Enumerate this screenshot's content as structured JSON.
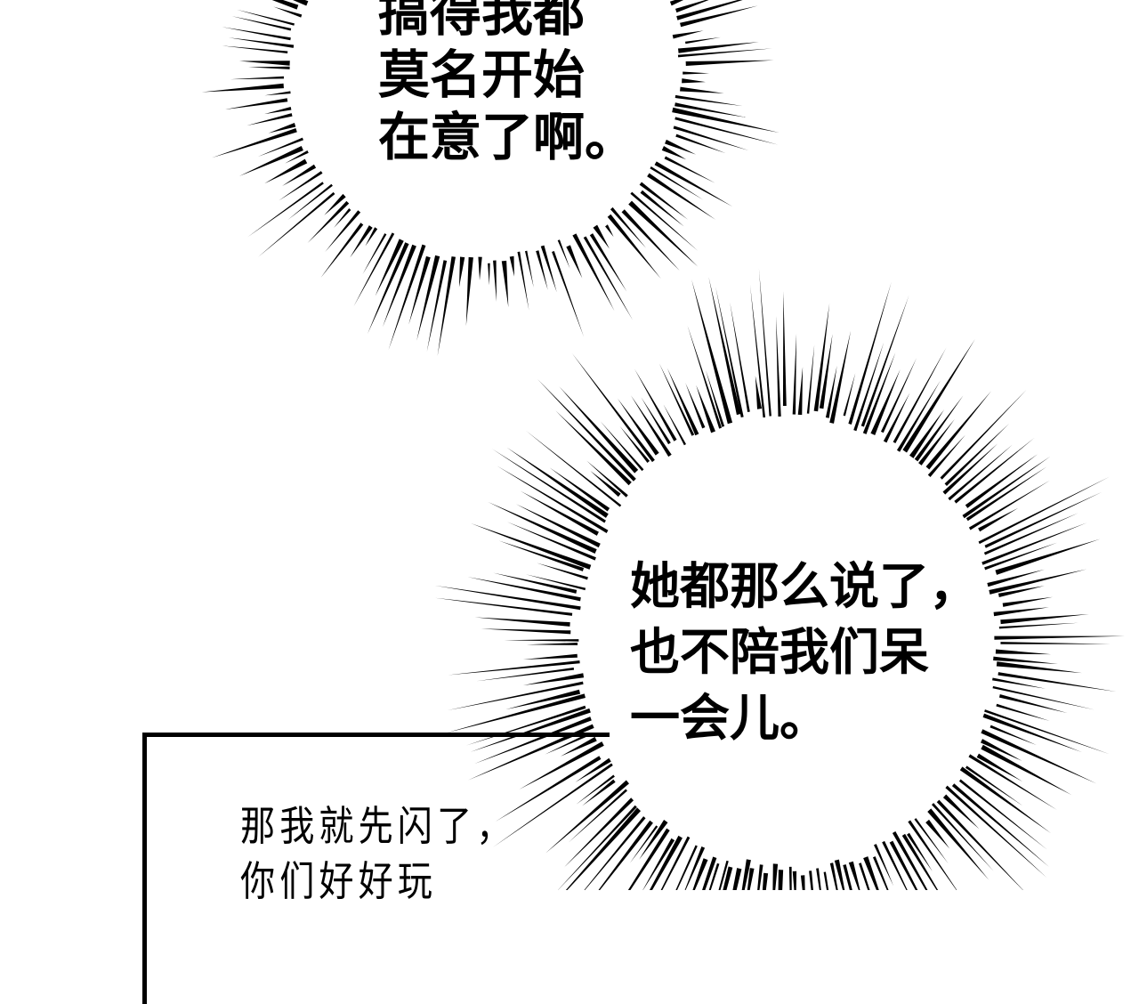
{
  "bubble_top": {
    "lines": [
      "搞得我都",
      "莫名开始",
      "在意了啊。"
    ]
  },
  "bubble_right": {
    "lines": [
      "她都那么说了，",
      "也不陪我们呆",
      "一会儿。"
    ]
  },
  "narration_box": {
    "lines": [
      "那我就先闪了，",
      "你们好好玩"
    ]
  },
  "colors": {
    "ink": "#000000",
    "paper": "#ffffff"
  }
}
